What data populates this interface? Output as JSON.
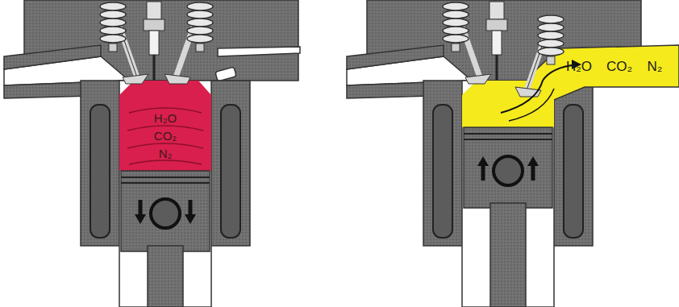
{
  "diagram": {
    "labels": [
      "H₂O",
      "CO₂",
      "N₂",
      "H₂O",
      "CO₂",
      "N₂"
    ]
  }
}
